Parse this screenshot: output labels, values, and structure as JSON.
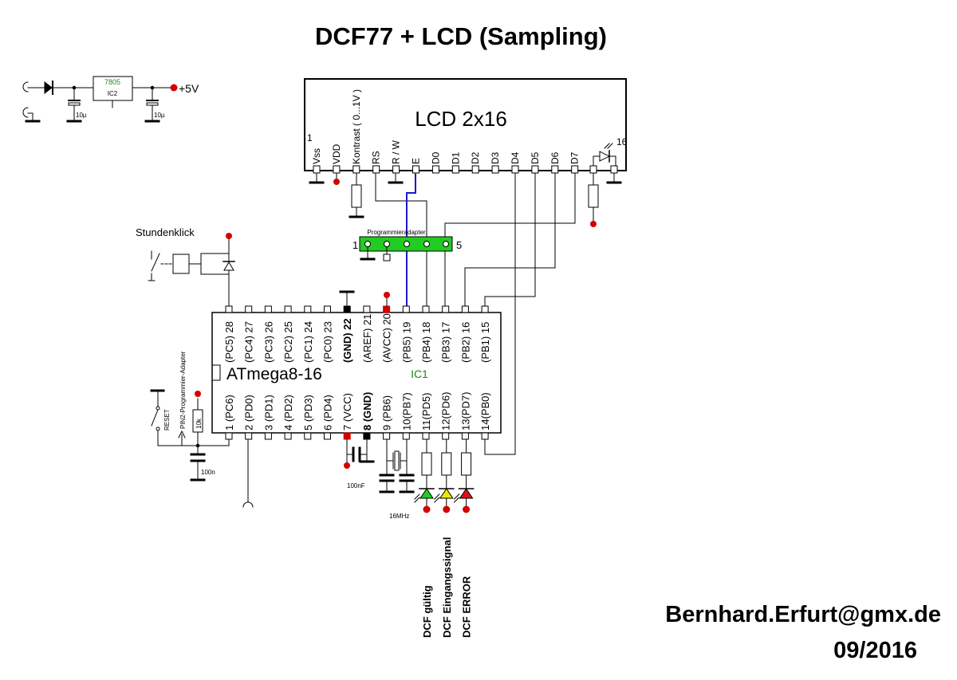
{
  "title": "DCF77 + LCD  (Sampling)",
  "author": "Bernhard.Erfurt@gmx.de",
  "date": "09/2016",
  "power": {
    "regulator": "7805",
    "regulator_ref": "IC2",
    "cap1": "10µ",
    "cap2": "10µ",
    "output": "+5V"
  },
  "lcd": {
    "name": "LCD 2x16",
    "pin_first": "1",
    "pin_last": "16",
    "pins": [
      "Vss",
      "VDD",
      "Kontrast ( 0...1V )",
      "RS",
      "R / W",
      "E",
      "D0",
      "D1",
      "D2",
      "D3",
      "D4",
      "D5",
      "D6",
      "D7"
    ]
  },
  "prog_adapter": {
    "label": "Programmieradapter",
    "pin_first": "1",
    "pin_last": "5"
  },
  "stundenklick": "Stundenklick",
  "mcu": {
    "name": "ATmega8-16",
    "ref": "IC1",
    "top_pins": [
      "(PC5) 28",
      "(PC4) 27",
      "(PC3) 26",
      "(PC2) 25",
      "(PC1) 24",
      "(PC0) 23",
      "(GND) 22",
      "(AREF) 21",
      "(AVCC) 20",
      "(PB5) 19",
      "(PB4) 18",
      "(PB3) 17",
      "(PB2) 16",
      "(PB1) 15"
    ],
    "bottom_pins": [
      "1  (PC6)",
      "2  (PD0)",
      "3  (PD1)",
      "4  (PD2)",
      "5  (PD3)",
      "6  (PD4)",
      "7  (VCC)",
      "8 (GND)",
      "9  (PB6)",
      "10(PB7)",
      "11(PD5)",
      "12(PD6)",
      "13(PD7)",
      "14(PB0)"
    ]
  },
  "reset": {
    "label": "RESET",
    "adapter": "PIN2-Programmier-Adapter",
    "resistor": "10k",
    "cap": "100n"
  },
  "decoupling_cap": "100nF",
  "crystal": "16MHz",
  "leds": [
    {
      "label": "DCF gültig",
      "color": "#22cc22"
    },
    {
      "label": "DCF Eingangssignal",
      "color": "#e8e800"
    },
    {
      "label": "DCF ERROR",
      "color": "#dd1111"
    }
  ]
}
